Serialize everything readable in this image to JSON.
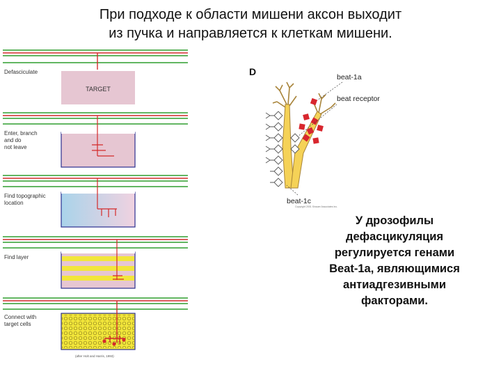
{
  "title": {
    "line1": "При подходе к области мишени аксон выходит",
    "line2": "из пучка и направляется к клеткам мишени."
  },
  "left_panel": {
    "stages": [
      {
        "label_lines": [
          "Defasciculate"
        ],
        "box_text": "TARGET"
      },
      {
        "label_lines": [
          "Enter, branch",
          "and do",
          "not leave"
        ]
      },
      {
        "label_lines": [
          "Find topographic",
          "location"
        ]
      },
      {
        "label_lines": [
          "Find layer"
        ]
      },
      {
        "label_lines": [
          "Connect with",
          "target cells"
        ]
      }
    ],
    "credit": "(after Holt and Harris, 1993)",
    "colors": {
      "tract_line": "#2e9e2e",
      "axon": "#d42a2a",
      "target_fill": "#e6c6d2",
      "layer_yellow": "#f2e63a",
      "box_border": "#2b2f8f"
    }
  },
  "right_panel": {
    "panel_letter": "D",
    "labels": {
      "beat1a": "beat-1a",
      "beat_receptor": "beat receptor",
      "beat1c": "beat-1c"
    },
    "credit": "Copyright 2001 Sinauer Associates Inc.",
    "colors": {
      "axon_fill": "#f5d257",
      "axon_outline": "#a8843a",
      "molecule": "#d8262e"
    }
  },
  "caption": {
    "lines": [
      "У дрозофилы",
      "дефасцикуляция",
      "регулируется генами",
      "Beat-1a, являющимися",
      "антиадгезивными",
      "факторами."
    ]
  }
}
